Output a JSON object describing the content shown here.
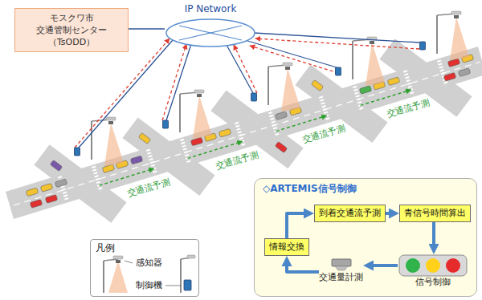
{
  "diagram": {
    "nodes": [
      {
        "text": [
          "モスクワ市 交通管制センター （TsODD）"
        ]
      },
      {
        "text": [
          "IP Network"
        ]
      },
      {
        "text": [
          "◇ARTEMIS信号制御"
        ]
      },
      {
        "text": [
          "到着交通流予測"
        ],
        "in": 2
      },
      {
        "text": [
          "青信号時間算出"
        ],
        "in": 2
      },
      {
        "text": [
          "情報交換"
        ],
        "in": 2
      },
      {
        "text": [
          "信号制御"
        ],
        "in": 2
      },
      {
        "text": [
          "交通量計測"
        ],
        "in": 2
      }
    ],
    "edges": [
      {
        "from": 0,
        "to": 1,
        "arrow": "none"
      },
      {
        "from": 5,
        "to": 3,
        "arrow": "to"
      },
      {
        "from": 3,
        "to": 4,
        "arrow": "to"
      },
      {
        "from": 4,
        "to": 6,
        "arrow": "to"
      },
      {
        "from": 6,
        "to": 7,
        "arrow": "to"
      },
      {
        "from": 7,
        "to": 5,
        "arrow": "to"
      }
    ],
    "labels": [
      "凡例",
      "交通流予測",
      "交通流予測",
      "交通流予測",
      "交通流予測"
    ],
    "legend": [
      {
        "text": "感知器"
      },
      {
        "text": "制御機"
      }
    ]
  }
}
